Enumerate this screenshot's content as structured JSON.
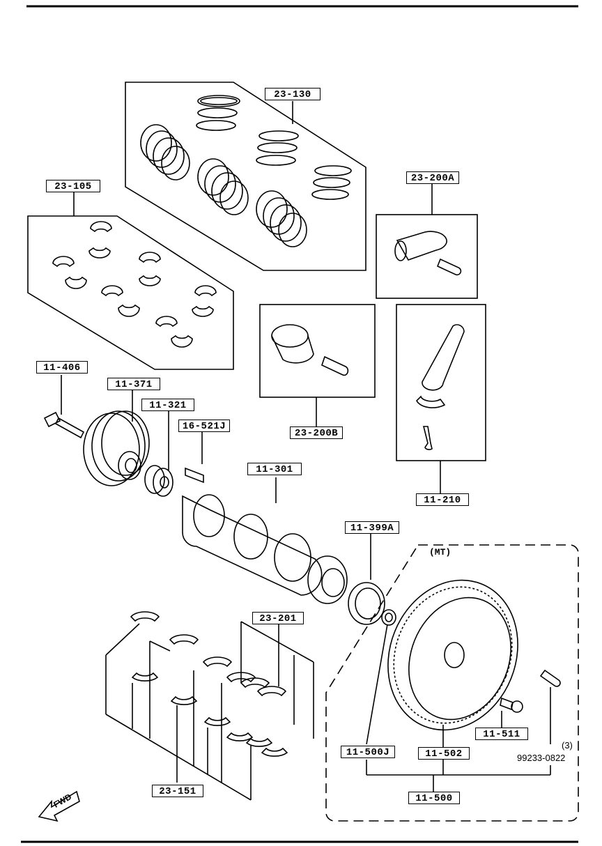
{
  "labels": {
    "l23_130": "23-130",
    "l23_105": "23-105",
    "l23_200A": "23-200A",
    "l23_200B": "23-200B",
    "l11_406": "11-406",
    "l11_371": "11-371",
    "l11_321": "11-321",
    "l16_521J": "16-521J",
    "l11_301": "11-301",
    "l11_210": "11-210",
    "l11_399A": "11-399A",
    "l23_201": "23-201",
    "l23_151": "23-151",
    "l11_500J": "11-500J",
    "l11_502": "11-502",
    "l11_511": "11-511",
    "l11_500": "11-500"
  },
  "mt_label": "(MT)",
  "qty": "(3)",
  "part_no": "99233-0822",
  "fwd": "FWD"
}
